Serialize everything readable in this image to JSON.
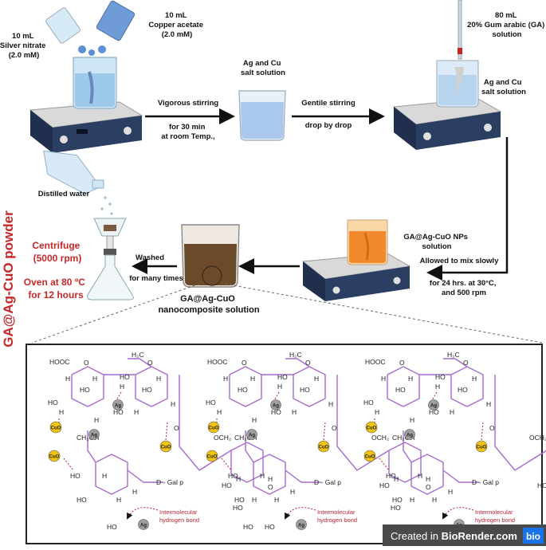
{
  "labels": {
    "silver_nitrate": [
      "10 mL",
      "Silver nitrate",
      "(2.0 mM)"
    ],
    "copper_acetate": [
      "10 mL",
      "Copper acetate",
      "(2.0 mM)"
    ],
    "salt_solution_top": [
      "Ag and Cu",
      "salt solution"
    ],
    "vigorous": "Vigorous stirring",
    "for30": [
      "for 30 min",
      "at room Temp.,"
    ],
    "gentle": "Gentile stirring",
    "dropbydrop": "drop by drop",
    "gum_arabic": [
      "80 mL",
      "20% Gum arabic (GA)",
      "solution"
    ],
    "salt_solution_right": [
      "Ag and Cu",
      "salt solution"
    ],
    "distilled": "Distilled water",
    "ga_np": [
      "GA@Ag-CuO NPs",
      "solution"
    ],
    "allowed": "Allowed to mix slowly",
    "for24": [
      "for 24 hrs. at 30°C,",
      "and 500 rpm"
    ],
    "washed": "Washed",
    "manytimes": "for many times",
    "nanocomposite": [
      "GA@Ag-CuO",
      "nanocomposite solution"
    ],
    "centrifuge": [
      "Centrifuge",
      "(5000 rpm)"
    ],
    "oven": [
      "Oven at 80 ºC",
      "for 12 hours"
    ],
    "vertical": "GA@Ag-CuO powder",
    "watermark_prefix": "Created in ",
    "watermark_brand": "BioRender.com",
    "watermark_logo": "bio"
  },
  "chem": {
    "hooc": "HOOC",
    "h2c": "H₂C",
    "ch2oh": "CH₂OH",
    "och2": "OCH₂",
    "gal": "D - Gal p",
    "ho": "HO",
    "h": "H",
    "o": "O",
    "ag": "Ag",
    "cuo": "CuO",
    "hbond": [
      "Intermolecular",
      "hydrogen bond"
    ]
  },
  "colors": {
    "red": "#c62828",
    "purple": "#a56ad0",
    "cuo_yellow": "#f2c40f",
    "ag_grey": "#9e9e9e",
    "stirrer_blue": "#2b3f63",
    "brown": "#6b4a2b",
    "orange": "#f08a2c"
  }
}
